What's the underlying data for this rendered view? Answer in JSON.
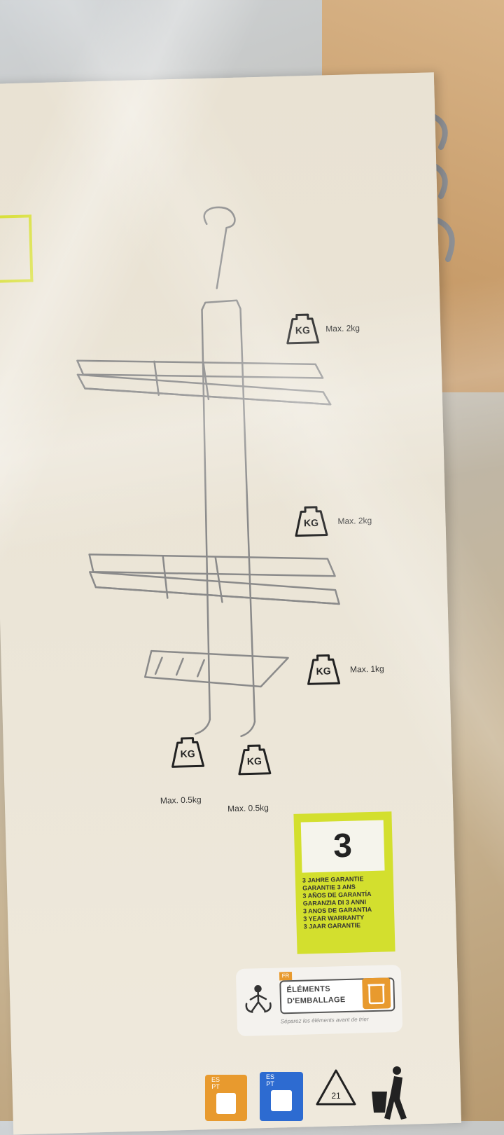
{
  "labels": {
    "weight_unit": "KG",
    "top_shelf_max": "Max. 2kg",
    "middle_shelf_max": "Max. 2kg",
    "soap_dish_max": "Max. 1kg",
    "left_hook_max": "Max. 0.5kg",
    "right_hook_max": "Max. 0.5kg"
  },
  "warranty": {
    "years": "3",
    "lines": [
      "3 JAHRE GARANTIE",
      "GARANTIE 3 ANS",
      "3 AÑOS DE GARANTÍA",
      "GARANZIA DI 3 ANNI",
      "3 ANOS DE GARANTIA",
      "3 YEAR WARRANTY",
      "3 JAAR GARANTIE"
    ]
  },
  "recycling": {
    "country_tag": "FR",
    "elements_line1": "ÉLÉMENTS",
    "elements_line2": "D'EMBALLAGE",
    "note": "Séparez les éléments avant de trier",
    "code_number": "21",
    "tag_left": "ES PT",
    "tag_right": "ES PT"
  },
  "colors": {
    "card": "#ebe5d7",
    "warranty_yellow": "#d3df2e",
    "recycle_orange": "#e89a2e",
    "recycle_blue": "#2d6bd1",
    "line_art": "#7a7a7a"
  },
  "icons": [
    "weight-icon",
    "triman-icon",
    "recycle-bin-icon",
    "recycling-triangle-icon",
    "tidyman-icon"
  ]
}
